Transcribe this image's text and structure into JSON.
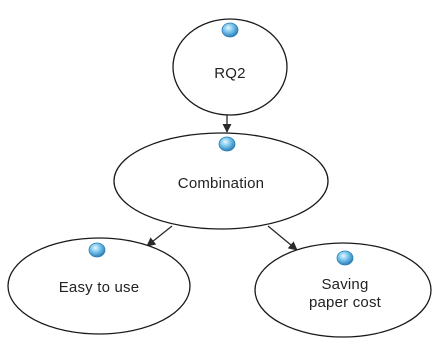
{
  "diagram": {
    "nodes": {
      "rq2": {
        "label": "RQ2"
      },
      "combination": {
        "label": "Combination"
      },
      "easy": {
        "label": "Easy to use"
      },
      "saving": {
        "label_line1": "Saving",
        "label_line2": "paper cost"
      }
    },
    "edges": [
      {
        "from": "RQ2",
        "to": "Combination"
      },
      {
        "from": "Combination",
        "to": "Easy to use"
      },
      {
        "from": "Combination",
        "to": "Saving paper cost"
      }
    ],
    "colors": {
      "outline": "#1a1a1a",
      "node_fill": "#ffffff",
      "marker_center": "#e8f7ff",
      "marker_mid": "#7cc8ee",
      "marker_edge": "#2f7fb8",
      "arrow": "#2a2a2a"
    },
    "icons": {
      "node_marker": "blue-bubble-icon",
      "edge_head": "arrowhead-icon"
    }
  }
}
